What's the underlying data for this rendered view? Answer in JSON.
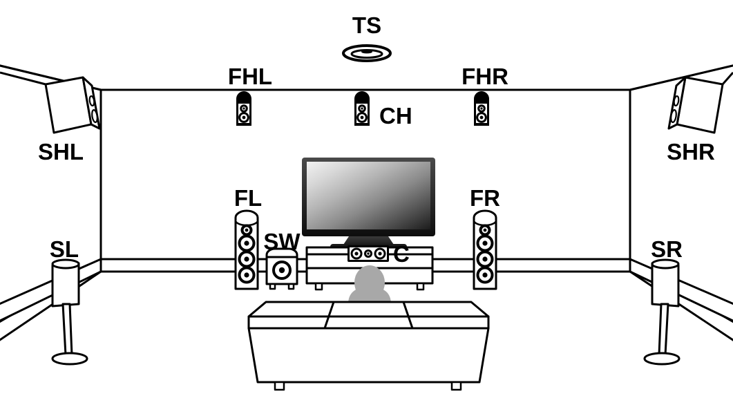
{
  "diagram": {
    "title": "Home Theater Speaker Layout",
    "type": "speaker-placement-diagram",
    "background_color": "#ffffff",
    "line_color": "#000000",
    "person_color": "#a8a8a8"
  },
  "labels": {
    "ts": "TS",
    "fhl": "FHL",
    "fhr": "FHR",
    "ch": "CH",
    "shl": "SHL",
    "shr": "SHR",
    "fl": "FL",
    "fr": "FR",
    "sl": "SL",
    "sr": "SR",
    "sw": "SW",
    "c": "C"
  },
  "speakers": [
    {
      "id": "TS",
      "label": "TS",
      "type": "ceiling-top-speaker",
      "position": "ceiling-center"
    },
    {
      "id": "FHL",
      "label": "FHL",
      "type": "wall-mount-speaker",
      "position": "front-height-left"
    },
    {
      "id": "CH",
      "label": "CH",
      "type": "wall-mount-speaker",
      "position": "center-height"
    },
    {
      "id": "FHR",
      "label": "FHR",
      "type": "wall-mount-speaker",
      "position": "front-height-right"
    },
    {
      "id": "SHL",
      "label": "SHL",
      "type": "angled-wall-speaker",
      "position": "surround-height-left"
    },
    {
      "id": "SHR",
      "label": "SHR",
      "type": "angled-wall-speaker",
      "position": "surround-height-right"
    },
    {
      "id": "FL",
      "label": "FL",
      "type": "floorstanding-tower",
      "position": "front-left",
      "drivers": 4
    },
    {
      "id": "FR",
      "label": "FR",
      "type": "floorstanding-tower",
      "position": "front-right",
      "drivers": 4
    },
    {
      "id": "C",
      "label": "C",
      "type": "center-channel",
      "position": "tv-cabinet-shelf",
      "drivers": 3
    },
    {
      "id": "SW",
      "label": "SW",
      "type": "subwoofer",
      "position": "front-left-floor",
      "drivers": 1
    },
    {
      "id": "SL",
      "label": "SL",
      "type": "stand-mount-surround",
      "position": "surround-left"
    },
    {
      "id": "SR",
      "label": "SR",
      "type": "stand-mount-surround",
      "position": "surround-right"
    }
  ],
  "furniture": [
    {
      "id": "tv",
      "name": "flat-panel-television"
    },
    {
      "id": "cabinet",
      "name": "tv-cabinet"
    },
    {
      "id": "sofa",
      "name": "three-seat-sofa"
    },
    {
      "id": "person",
      "name": "seated-listener"
    }
  ]
}
